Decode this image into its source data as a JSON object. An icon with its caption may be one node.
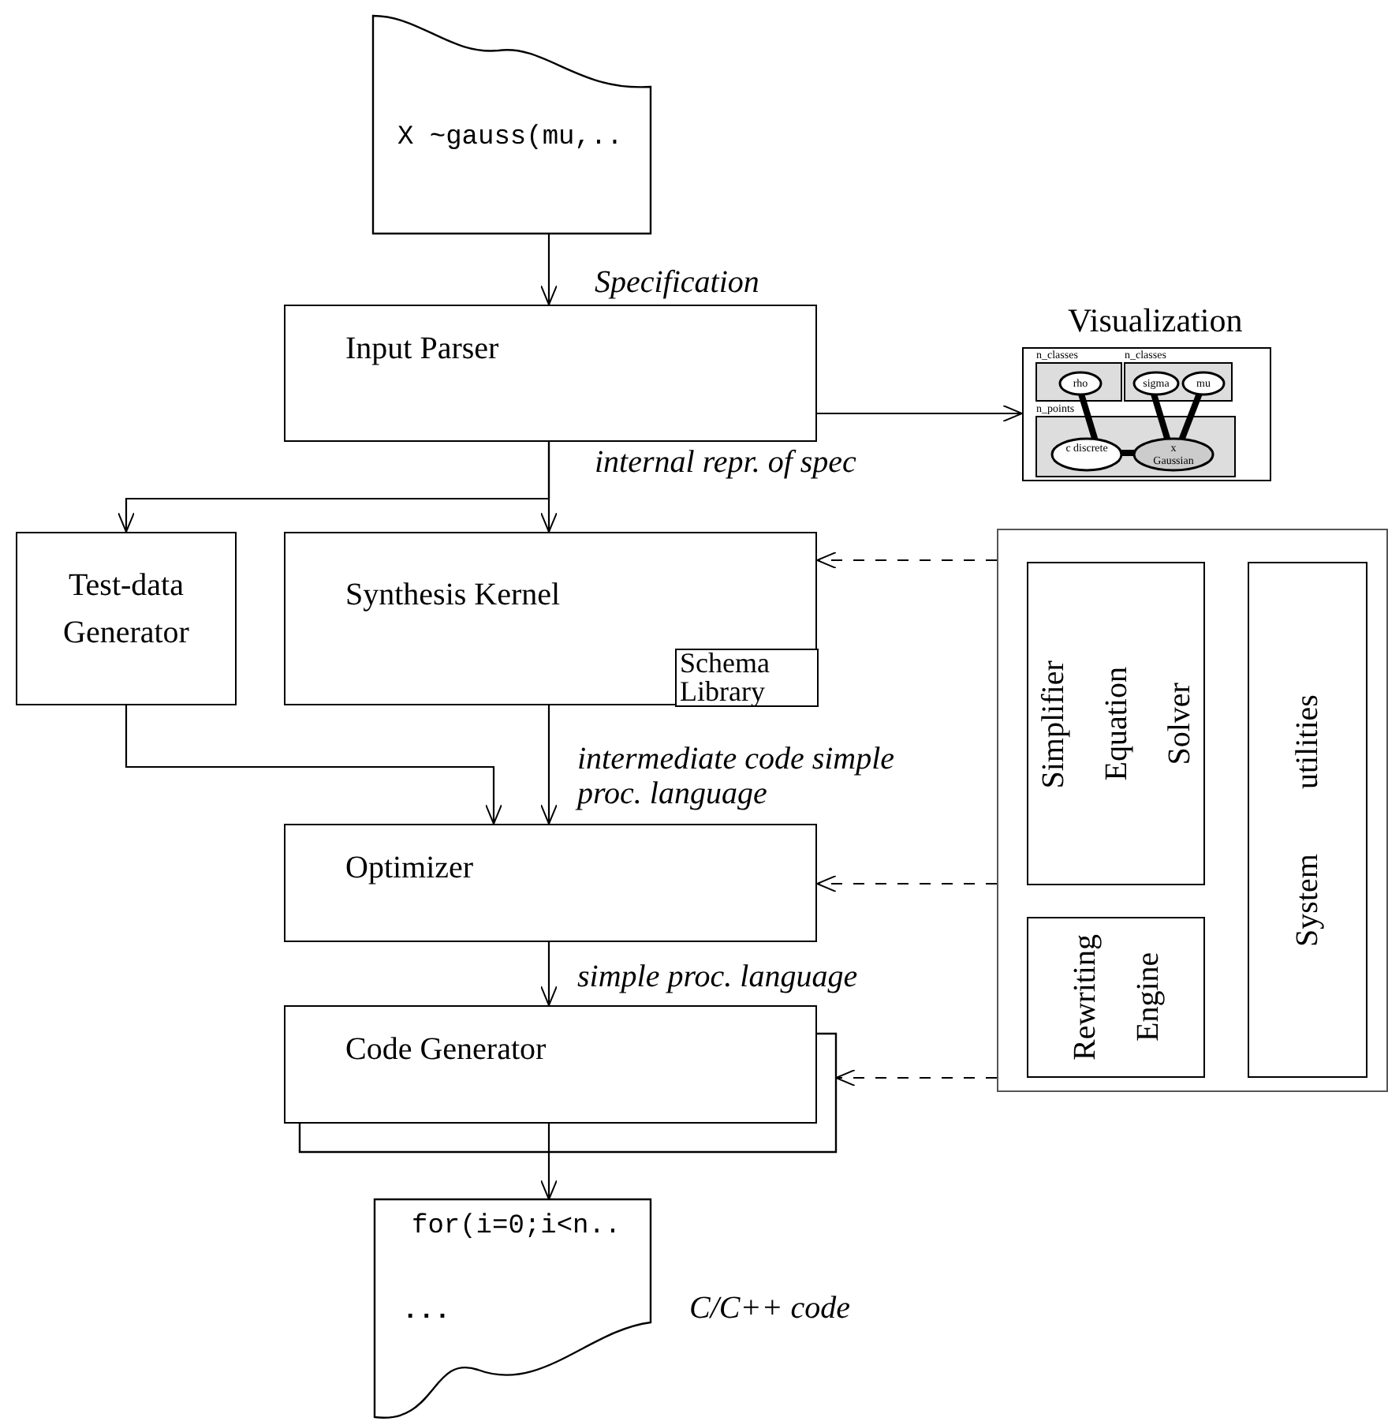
{
  "diagram": {
    "nodes": [
      {
        "text": [
          "X ~gauss(mu,.."
        ]
      },
      {
        "text": [
          "Input Parser"
        ]
      },
      {
        "text": [
          "Visualization"
        ]
      },
      {
        "text": [
          "Test-data Generator"
        ]
      },
      {
        "text": [
          "Synthesis Kernel"
        ]
      },
      {
        "text": [
          "Schema Library"
        ],
        "in": 4
      },
      {
        "text": [
          "Optimizer"
        ]
      },
      {
        "text": [
          "Code Generator"
        ]
      },
      {
        "text": [
          "for(i=0;i<n..",
          "..."
        ],
        "beside": [
          "C/C++ code"
        ]
      },
      {
        "text": [],
        "shape": "box"
      },
      {
        "text": [
          "Simplifier Equation Solver"
        ],
        "in": 9
      },
      {
        "text": [
          "Rewriting Engine"
        ],
        "in": 9
      },
      {
        "text": [
          "System utilities"
        ],
        "in": 9
      }
    ],
    "edges": [
      {
        "from": 0,
        "to": 1,
        "arrow": "to",
        "label": "Specification"
      },
      {
        "from": 1,
        "to": 2,
        "arrow": "to"
      },
      {
        "from": 1,
        "to": 3,
        "arrow": "to"
      },
      {
        "from": 1,
        "to": 4,
        "arrow": "to",
        "label": "internal repr. of spec"
      },
      {
        "from": 3,
        "to": 6,
        "arrow": "to"
      },
      {
        "from": 4,
        "to": 6,
        "arrow": "to",
        "label": "intermediate code simple proc. language"
      },
      {
        "from": 6,
        "to": 7,
        "arrow": "to",
        "label": "simple proc. language"
      },
      {
        "from": 7,
        "to": 8,
        "arrow": "to"
      },
      {
        "from": 9,
        "to": 4,
        "arrow": "to",
        "style": "dashed"
      },
      {
        "from": 9,
        "to": 6,
        "arrow": "to",
        "style": "dashed"
      },
      {
        "from": 9,
        "to": 7,
        "arrow": "to",
        "style": "dashed"
      }
    ],
    "labels": [
      "n_classes",
      "n_classes",
      "n_points",
      "rho",
      "sigma",
      "mu",
      "c discrete",
      "x Gaussian"
    ]
  }
}
